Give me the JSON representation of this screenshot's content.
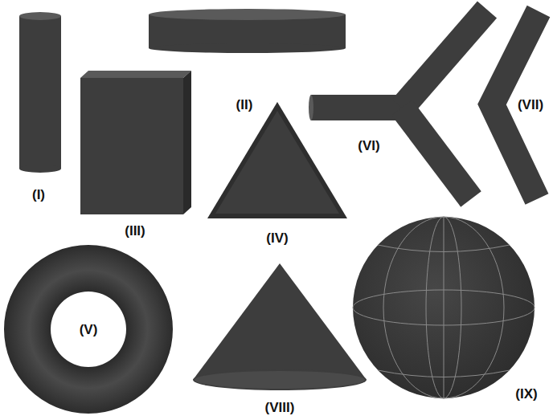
{
  "diagram": {
    "labels": [
      "(I)",
      "(II)",
      "(III)",
      "(IV)",
      "(V)",
      "(VI)",
      "(VII)",
      "(VIII)",
      "(IX)"
    ]
  }
}
